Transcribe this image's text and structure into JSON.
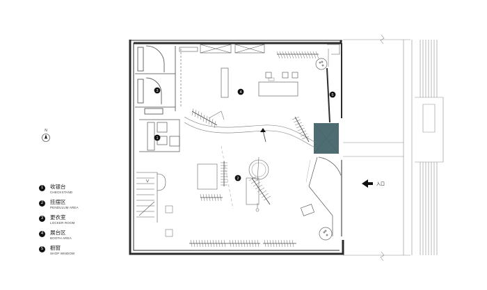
{
  "legend": [
    {
      "num": "1",
      "zh": "收银台",
      "en": "CHECKSTAND"
    },
    {
      "num": "2",
      "zh": "挂摆区",
      "en": "PENDULUM AREA"
    },
    {
      "num": "3",
      "zh": "更衣室",
      "en": "LOCKER ROOM"
    },
    {
      "num": "4",
      "zh": "展台区",
      "en": "BOOTH AREA"
    },
    {
      "num": "5",
      "zh": "橱窗",
      "en": "SHOP WINDOW"
    }
  ],
  "north_label": "N",
  "entrance_label": "入口",
  "markers": [
    "1",
    "2",
    "3",
    "4",
    "5"
  ],
  "colors": {
    "wall": "#2b2b2b",
    "glass": "#4e6d72",
    "line": "#555555",
    "light_line": "#9a9a9a"
  }
}
